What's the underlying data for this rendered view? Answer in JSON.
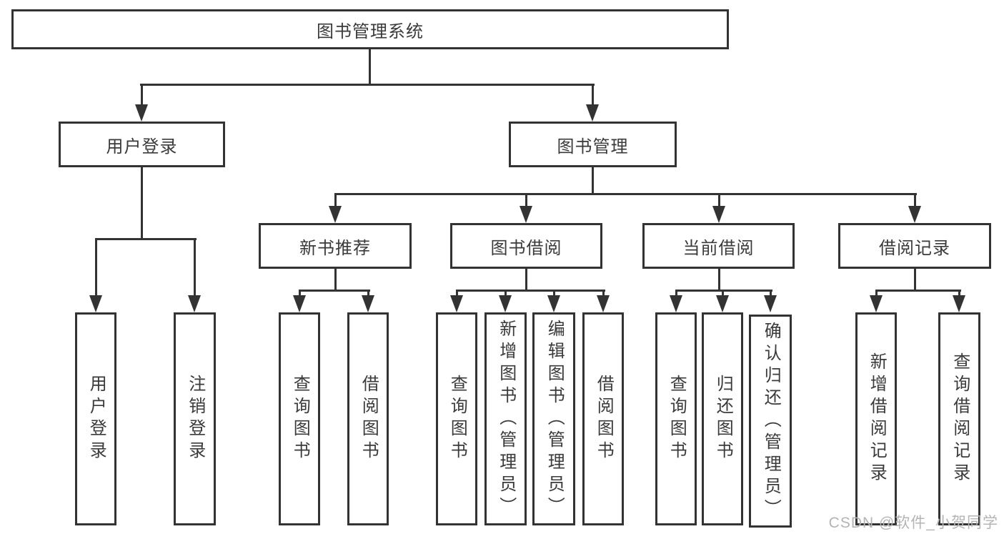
{
  "nodes": {
    "root": "图书管理系统",
    "level2": {
      "user_login": "用户登录",
      "book_management": "图书管理"
    },
    "level3": {
      "new_book_recommend": "新书推荐",
      "book_borrowing": "图书借阅",
      "current_borrowing": "当前借阅",
      "borrowing_records": "借阅记录"
    },
    "leaves": {
      "user_login": "用户登录",
      "logout": "注销登录",
      "nbr_query_books": "查询图书",
      "nbr_borrow_books": "借阅图书",
      "bb_query_books": "查询图书",
      "bb_add_books": "新增图书（管理员）",
      "bb_edit_books": "编辑图书（管理员）",
      "bb_borrow_books": "借阅图书",
      "cb_query_books": "查询图书",
      "cb_return_books": "归还图书",
      "cb_confirm_return": "确认归还（管理员）",
      "br_add_record": "新增借阅记录",
      "br_query_record": "查询借阅记录"
    }
  },
  "watermark": "CSDN @软件_小贺同学",
  "colors": {
    "line": "#333333",
    "text": "#3a3a3a",
    "background": "#ffffff",
    "watermark": "#b4b4b4"
  }
}
